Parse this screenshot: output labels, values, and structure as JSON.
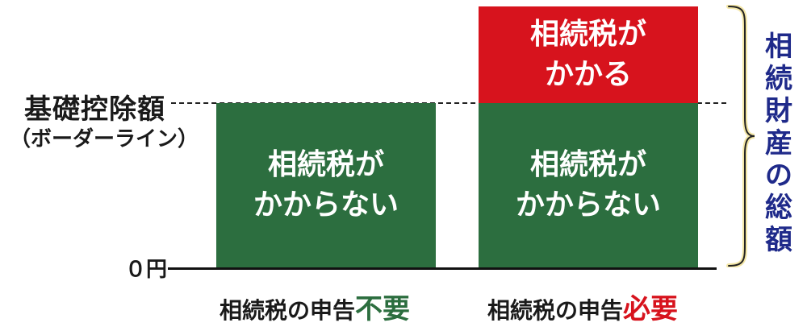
{
  "threshold": {
    "title": "基礎控除額",
    "subtitle": "（ボーダーライン）"
  },
  "zero_label": "０円",
  "left_block": {
    "line1": "相続税が",
    "line2": "かからない"
  },
  "right_top_block": {
    "line1": "相続税が",
    "line2": "かかる"
  },
  "right_bottom_block": {
    "line1": "相続税が",
    "line2": "かからない"
  },
  "captions": {
    "left_prefix": "相続税の申告",
    "left_highlight": "不要",
    "right_prefix": "相続税の申告",
    "right_highlight": "必要"
  },
  "total_label": "相続財産の総額",
  "colors": {
    "green": "#2c6e3f",
    "red": "#d7131d",
    "navy": "#1f2a8a",
    "brace": "#f3e6a6"
  }
}
